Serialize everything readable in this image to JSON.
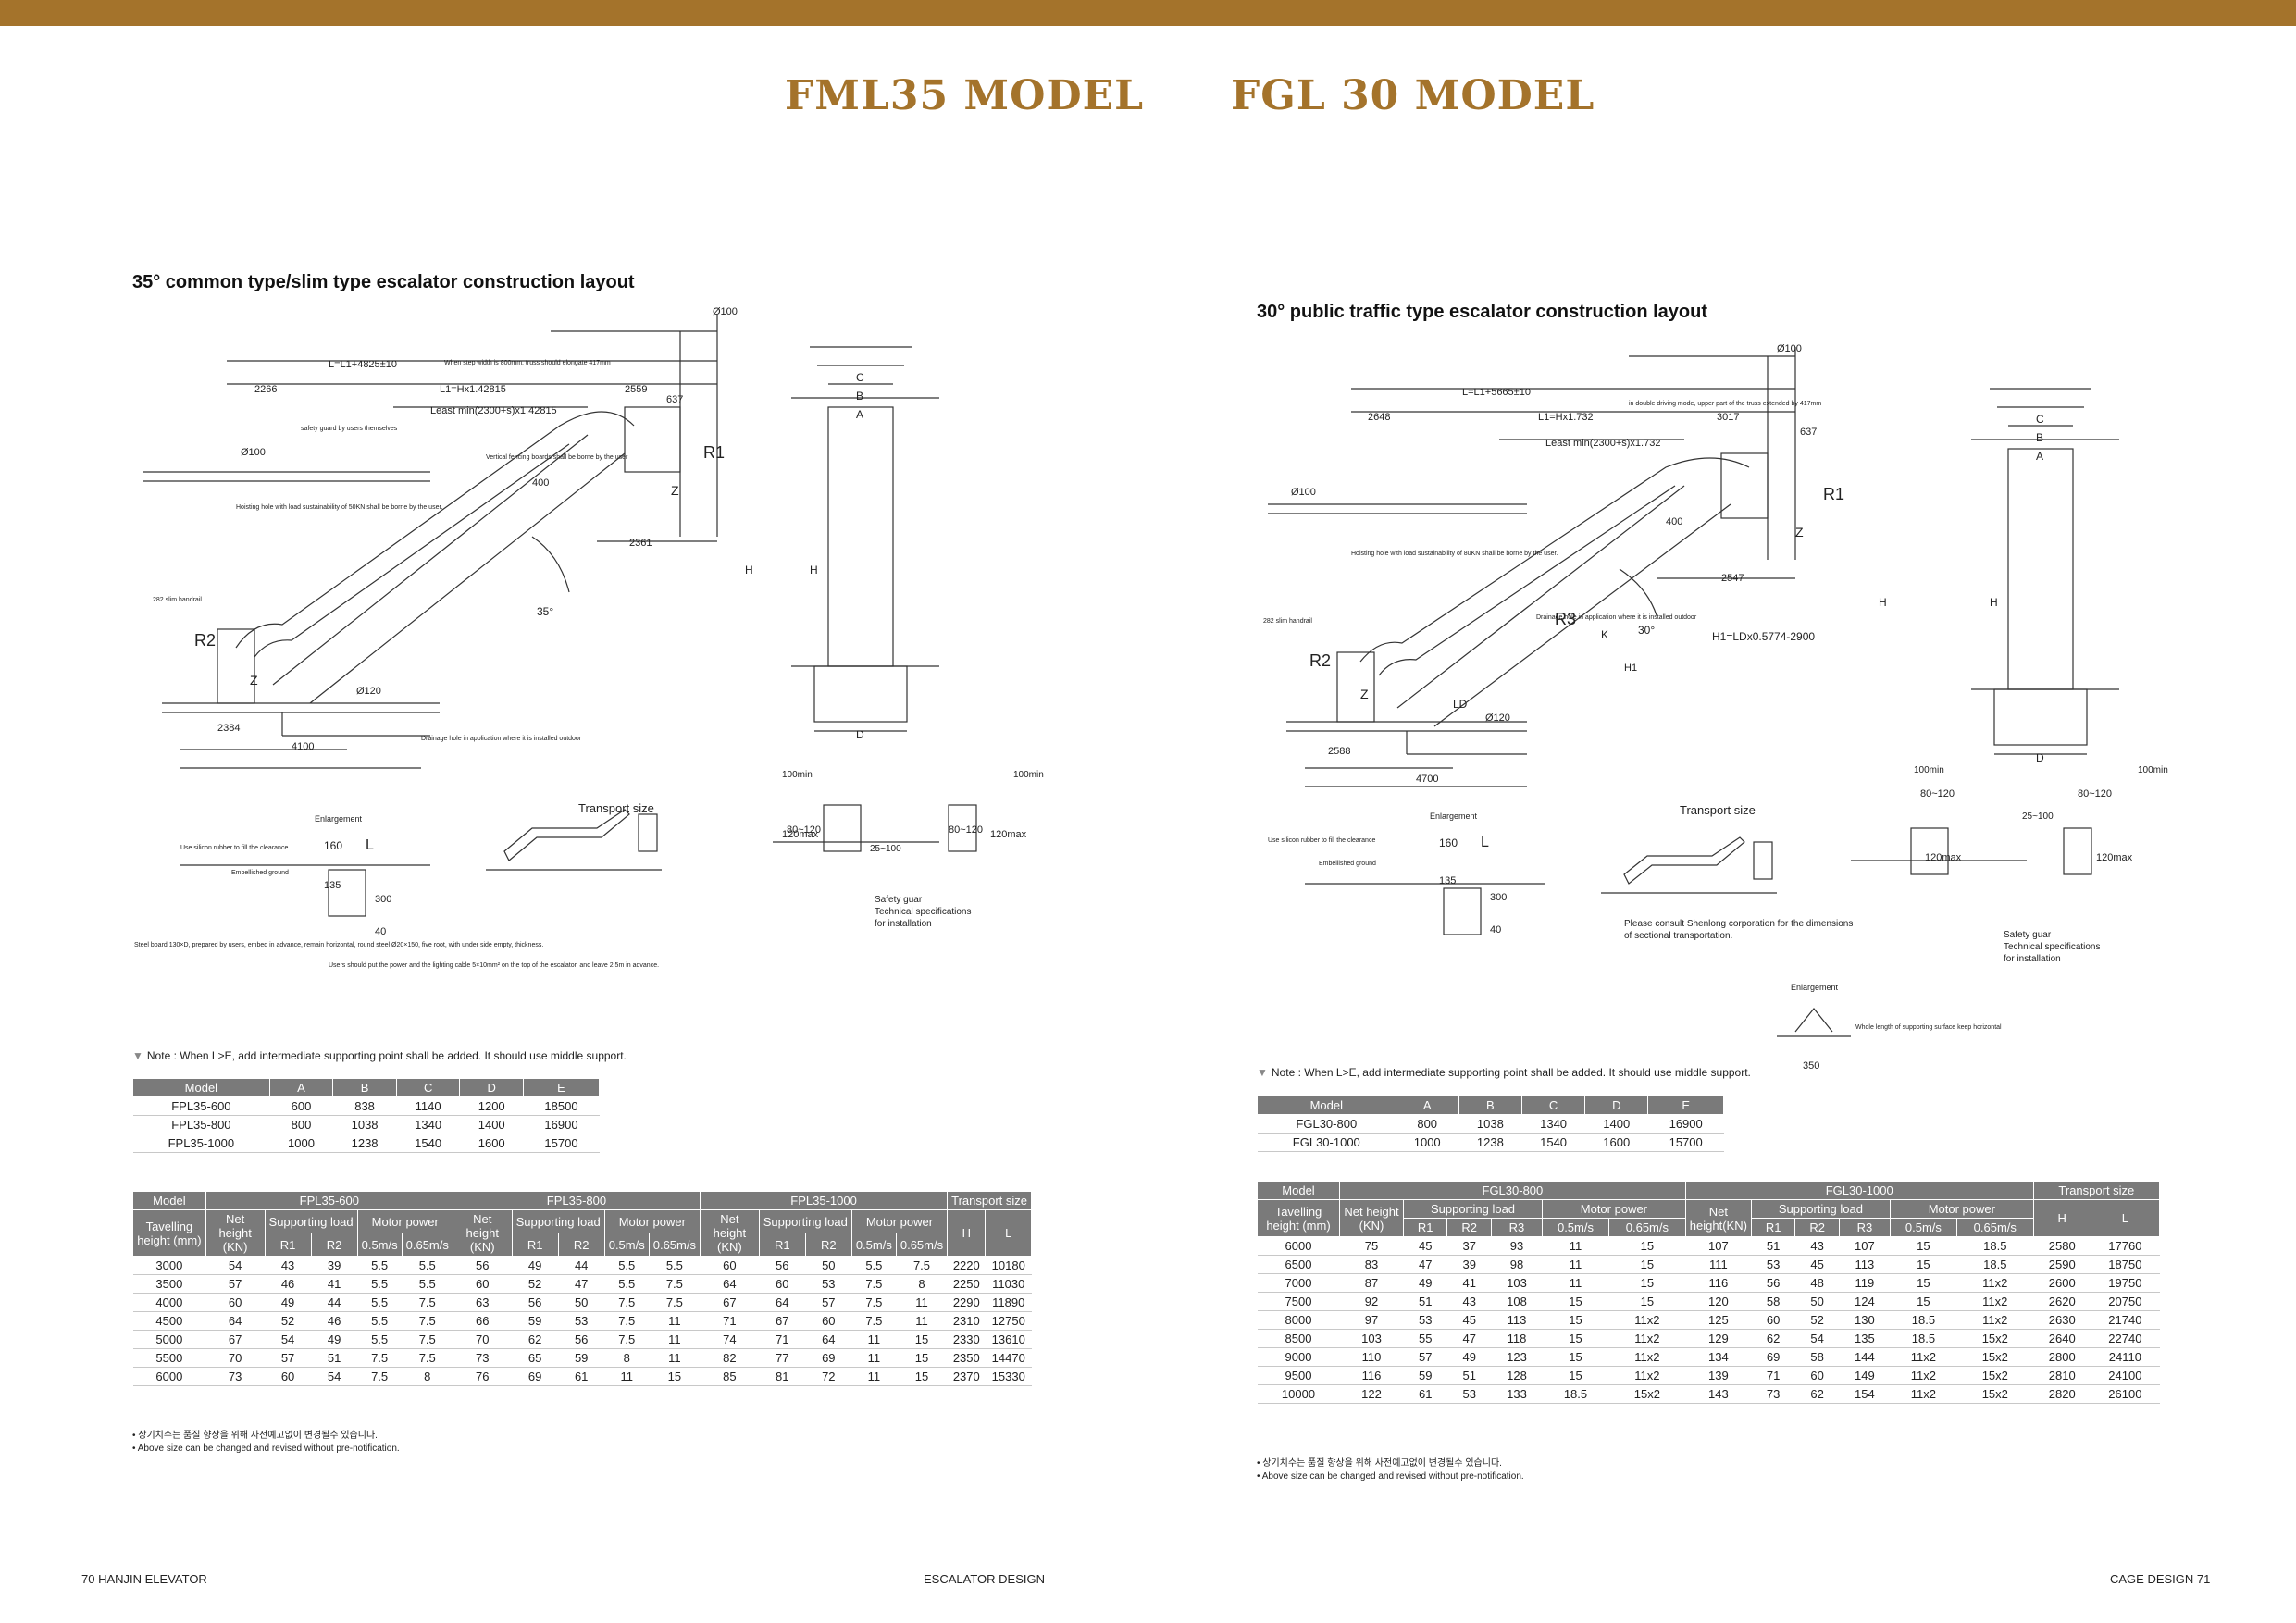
{
  "colors": {
    "accent": "#a4732b",
    "table_header": "#7a7a7a"
  },
  "titles": {
    "left": "FML35 MODEL",
    "right": "FGL 30 MODEL"
  },
  "left": {
    "section_title": "35° common type/slim type escalator construction layout",
    "note": "Note : When L>E, add intermediate supporting point shall be added. It should use middle support.",
    "dims_table": {
      "headers": [
        "Model",
        "A",
        "B",
        "C",
        "D",
        "E"
      ],
      "rows": [
        [
          "FPL35-600",
          "600",
          "838",
          "1140",
          "1200",
          "18500"
        ],
        [
          "FPL35-800",
          "800",
          "1038",
          "1340",
          "1400",
          "16900"
        ],
        [
          "FPL35-1000",
          "1000",
          "1238",
          "1540",
          "1600",
          "15700"
        ]
      ]
    },
    "load_table": {
      "model_label": "Model",
      "groups": [
        "FPL35-600",
        "FPL35-800",
        "FPL35-1000"
      ],
      "transport": "Transport size",
      "travel": "Tavelling height (mm)",
      "net": "Net height (KN)",
      "support": "Supporting load",
      "motor": "Motor power",
      "r1": "R1",
      "r2": "R2",
      "s1": "0.5m/s",
      "s2": "0.65m/s",
      "h": "H",
      "l": "L",
      "rows": [
        [
          "3000",
          "54",
          "43",
          "39",
          "5.5",
          "5.5",
          "56",
          "49",
          "44",
          "5.5",
          "5.5",
          "60",
          "56",
          "50",
          "5.5",
          "7.5",
          "2220",
          "10180"
        ],
        [
          "3500",
          "57",
          "46",
          "41",
          "5.5",
          "5.5",
          "60",
          "52",
          "47",
          "5.5",
          "7.5",
          "64",
          "60",
          "53",
          "7.5",
          "8",
          "2250",
          "11030"
        ],
        [
          "4000",
          "60",
          "49",
          "44",
          "5.5",
          "7.5",
          "63",
          "56",
          "50",
          "7.5",
          "7.5",
          "67",
          "64",
          "57",
          "7.5",
          "11",
          "2290",
          "11890"
        ],
        [
          "4500",
          "64",
          "52",
          "46",
          "5.5",
          "7.5",
          "66",
          "59",
          "53",
          "7.5",
          "11",
          "71",
          "67",
          "60",
          "7.5",
          "11",
          "2310",
          "12750"
        ],
        [
          "5000",
          "67",
          "54",
          "49",
          "5.5",
          "7.5",
          "70",
          "62",
          "56",
          "7.5",
          "11",
          "74",
          "71",
          "64",
          "11",
          "15",
          "2330",
          "13610"
        ],
        [
          "5500",
          "70",
          "57",
          "51",
          "7.5",
          "7.5",
          "73",
          "65",
          "59",
          "8",
          "11",
          "82",
          "77",
          "69",
          "11",
          "15",
          "2350",
          "14470"
        ],
        [
          "6000",
          "73",
          "60",
          "54",
          "7.5",
          "8",
          "76",
          "69",
          "61",
          "11",
          "15",
          "85",
          "81",
          "72",
          "11",
          "15",
          "2370",
          "15330"
        ]
      ]
    },
    "footnote_kr": "• 상기치수는 품질 향상을 위해 사전예고없이 변경될수 있습니다.",
    "footnote_en": "• Above size can be changed and revised without pre-notification.",
    "drawing": {
      "l_total": "L=L1+4825±10",
      "l1": "L1=Hx1.42815",
      "least": "Least min(2300+s)x1.42815",
      "d2266": "2266",
      "d2559": "2559",
      "d637": "637",
      "d100": "Ø100",
      "d400": "400",
      "d2361": "2361",
      "d2384": "2384",
      "d4100": "4100",
      "d120": "Ø120",
      "angle": "35°",
      "r1": "R1",
      "r2": "R2",
      "z": "Z",
      "h": "H",
      "c": "C",
      "b": "B",
      "a": "A",
      "d": "D",
      "transport": "Transport size",
      "enlargement": "Enlargement",
      "d160": "160",
      "l": "L",
      "d135": "135",
      "d300": "300",
      "d40": "40",
      "d80_120": "80~120",
      "d25_100": "25~100",
      "d100min": "100min",
      "d120max": "120max",
      "safety": "Safety guar",
      "tech": "Technical specifications",
      "install": "for installation",
      "slim": "282 slim handrail",
      "hoisting": "Hoisting hole with load sustainability of 50KN shall be borne by the user.",
      "step_note": "When step width is 800mm, truss should elongate 417mm",
      "drain": "Drainage hole in application where it is installed outdoor",
      "rubber": "Use silicon rubber to fill the clearance",
      "ground": "Embellished ground",
      "steel": "Steel board 130×D, prepared by users, embed in advance, remain horizontal, round steel Ø20×150, five root, with under side empty, thickness.",
      "power": "Users should put the power and the lighting cable 5×10mm² on the top of the escalator, and leave 2.5m in advance.",
      "guard": "safety guard by users themselves",
      "fence": "Vertical fencing boards shall be borne by the user"
    }
  },
  "right": {
    "section_title": "30° public traffic type escalator construction layout",
    "note": "Note : When L>E, add intermediate supporting point shall be added. It should use middle support.",
    "dims_table": {
      "headers": [
        "Model",
        "A",
        "B",
        "C",
        "D",
        "E"
      ],
      "rows": [
        [
          "FGL30-800",
          "800",
          "1038",
          "1340",
          "1400",
          "16900"
        ],
        [
          "FGL30-1000",
          "1000",
          "1238",
          "1540",
          "1600",
          "15700"
        ]
      ]
    },
    "load_table": {
      "model_label": "Model",
      "groups": [
        "FGL30-800",
        "FGL30-1000"
      ],
      "transport": "Transport size",
      "travel": "Tavelling height (mm)",
      "net": "Net height (KN)",
      "net2": "Net height(KN)",
      "support": "Supporting load",
      "motor": "Motor power",
      "r1": "R1",
      "r2": "R2",
      "r3": "R3",
      "s1": "0.5m/s",
      "s2": "0.65m/s",
      "h": "H",
      "l": "L",
      "rows": [
        [
          "6000",
          "75",
          "45",
          "37",
          "93",
          "11",
          "15",
          "107",
          "51",
          "43",
          "107",
          "15",
          "18.5",
          "2580",
          "17760"
        ],
        [
          "6500",
          "83",
          "47",
          "39",
          "98",
          "11",
          "15",
          "111",
          "53",
          "45",
          "113",
          "15",
          "18.5",
          "2590",
          "18750"
        ],
        [
          "7000",
          "87",
          "49",
          "41",
          "103",
          "11",
          "15",
          "116",
          "56",
          "48",
          "119",
          "15",
          "11x2",
          "2600",
          "19750"
        ],
        [
          "7500",
          "92",
          "51",
          "43",
          "108",
          "15",
          "15",
          "120",
          "58",
          "50",
          "124",
          "15",
          "11x2",
          "2620",
          "20750"
        ],
        [
          "8000",
          "97",
          "53",
          "45",
          "113",
          "15",
          "11x2",
          "125",
          "60",
          "52",
          "130",
          "18.5",
          "11x2",
          "2630",
          "21740"
        ],
        [
          "8500",
          "103",
          "55",
          "47",
          "118",
          "15",
          "11x2",
          "129",
          "62",
          "54",
          "135",
          "18.5",
          "15x2",
          "2640",
          "22740"
        ],
        [
          "9000",
          "110",
          "57",
          "49",
          "123",
          "15",
          "11x2",
          "134",
          "69",
          "58",
          "144",
          "11x2",
          "15x2",
          "2800",
          "24110"
        ],
        [
          "9500",
          "116",
          "59",
          "51",
          "128",
          "15",
          "11x2",
          "139",
          "71",
          "60",
          "149",
          "11x2",
          "15x2",
          "2810",
          "24100"
        ],
        [
          "10000",
          "122",
          "61",
          "53",
          "133",
          "18.5",
          "15x2",
          "143",
          "73",
          "62",
          "154",
          "11x2",
          "15x2",
          "2820",
          "26100"
        ]
      ]
    },
    "footnote_kr": "• 상기치수는 품질 향상을 위해 사전예고없이 변경될수 있습니다.",
    "footnote_en": "• Above size can be changed and revised without pre-notification.",
    "drawing": {
      "l_total": "L=L1+5665±10",
      "l1": "L1=Hx1.732",
      "least": "Least min(2300+s)x1.732",
      "d2648": "2648",
      "d3017": "3017",
      "d637": "637",
      "d100": "Ø100",
      "d400": "400",
      "d2547": "2547",
      "d2588": "2588",
      "d4700": "4700",
      "d120": "Ø120",
      "angle": "30°",
      "r1": "R1",
      "r2": "R2",
      "r3": "R3",
      "z": "Z",
      "ld": "LD",
      "k": "K",
      "h1": "H1",
      "h1_formula": "H1=LDx0.5774-2900",
      "h": "H",
      "c": "C",
      "b": "B",
      "a": "A",
      "d": "D",
      "transport": "Transport size",
      "enlargement": "Enlargement",
      "d160": "160",
      "l": "L",
      "d135": "135",
      "d300": "300",
      "d40": "40",
      "d350": "350",
      "d80_120": "80~120",
      "d25_100": "25~100",
      "d100min": "100min",
      "d120max": "120max",
      "consult": "Please consult Shenlong corporation for the dimensions",
      "consult2": "of sectional transportation.",
      "safety": "Safety guar",
      "tech": "Technical specifications",
      "install": "for installation",
      "slim": "282 slim handrail",
      "whole": "Whole length of supporting surface keep horizontal",
      "drain": "Drainage hole in application where it is installed outdoor",
      "rubber": "Use silicon rubber to fill the clearance",
      "ground": "Embellished ground",
      "driving": "in double driving mode, upper part of the truss extended by 417mm",
      "hoisting": "Hoisting hole with load sustainability of 80KN shall be borne by the user."
    }
  },
  "footer": {
    "left": "70  HANJIN ELEVATOR",
    "center": "ESCALATOR  DESIGN",
    "right": "CAGE DESIGN   71"
  }
}
